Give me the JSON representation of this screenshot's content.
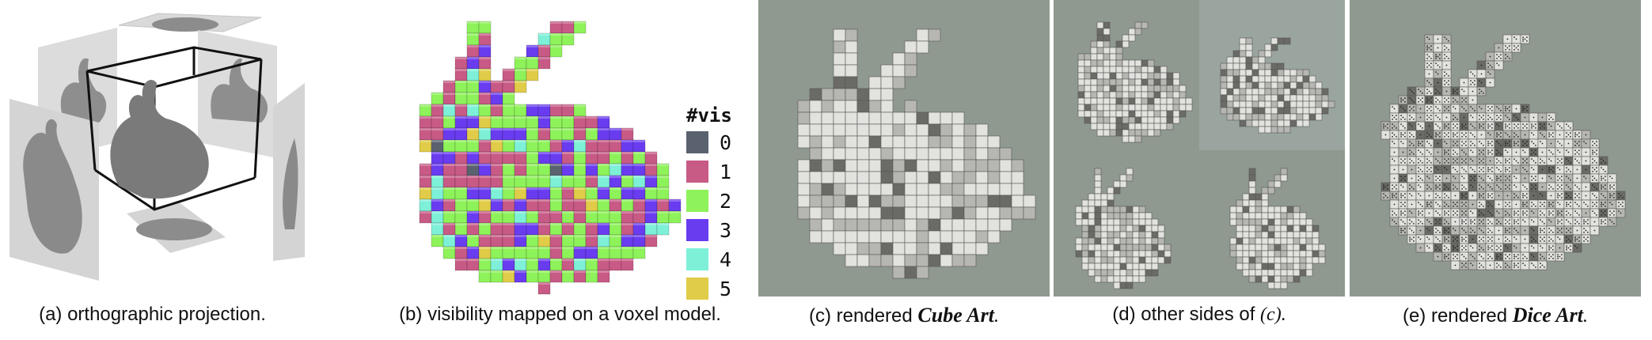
{
  "figure": {
    "panels": [
      {
        "id": "a",
        "caption": "(a) orthographic projection."
      },
      {
        "id": "b",
        "caption": "(b) visibility mapped on a voxel model."
      },
      {
        "id": "c",
        "caption_prefix": "(c) rendered ",
        "caption_emph": "Cube Art",
        "caption_suffix": "."
      },
      {
        "id": "d",
        "caption_prefix": "(d) other sides of ",
        "caption_emph": "(c)",
        "caption_suffix": "."
      },
      {
        "id": "e",
        "caption_prefix": "(e) rendered ",
        "caption_emph": "Dice Art",
        "caption_suffix": "."
      }
    ],
    "legend": {
      "title": "#vis",
      "items": [
        {
          "value": "0",
          "color": "#5a6270"
        },
        {
          "value": "1",
          "color": "#c85a86"
        },
        {
          "value": "2",
          "color": "#8ef25a"
        },
        {
          "value": "3",
          "color": "#6a3cf0"
        },
        {
          "value": "4",
          "color": "#7ef0d8"
        },
        {
          "value": "5",
          "color": "#e0cc48"
        }
      ]
    },
    "colors": {
      "panel_bg": "#8f998f",
      "panel_bg_light": "#9aa5a0",
      "voxel_light": "#e2e2de",
      "voxel_mid": "#b6b6b2",
      "voxel_dark": "#6a6a66"
    }
  }
}
